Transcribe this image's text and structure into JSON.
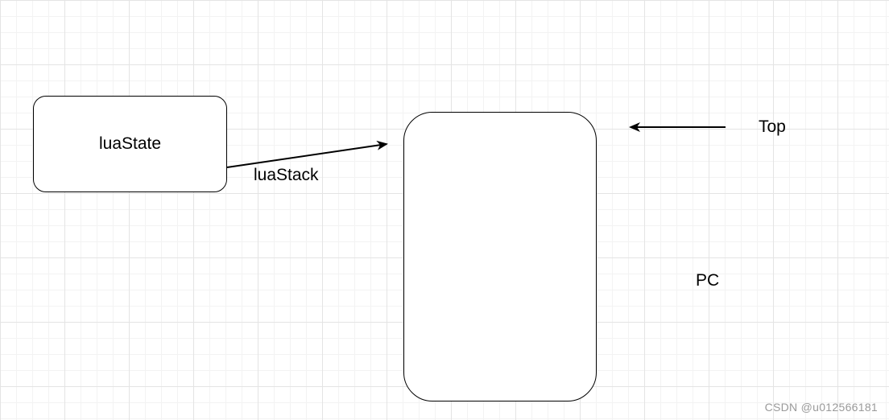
{
  "diagram": {
    "nodes": {
      "lua_state": {
        "label": "luaState"
      },
      "lua_stack": {
        "label": ""
      }
    },
    "edges": {
      "state_to_stack": {
        "label": "luaStack"
      }
    },
    "annotations": {
      "top": "Top",
      "pc": "PC"
    }
  },
  "watermark": "CSDN @u012566181"
}
